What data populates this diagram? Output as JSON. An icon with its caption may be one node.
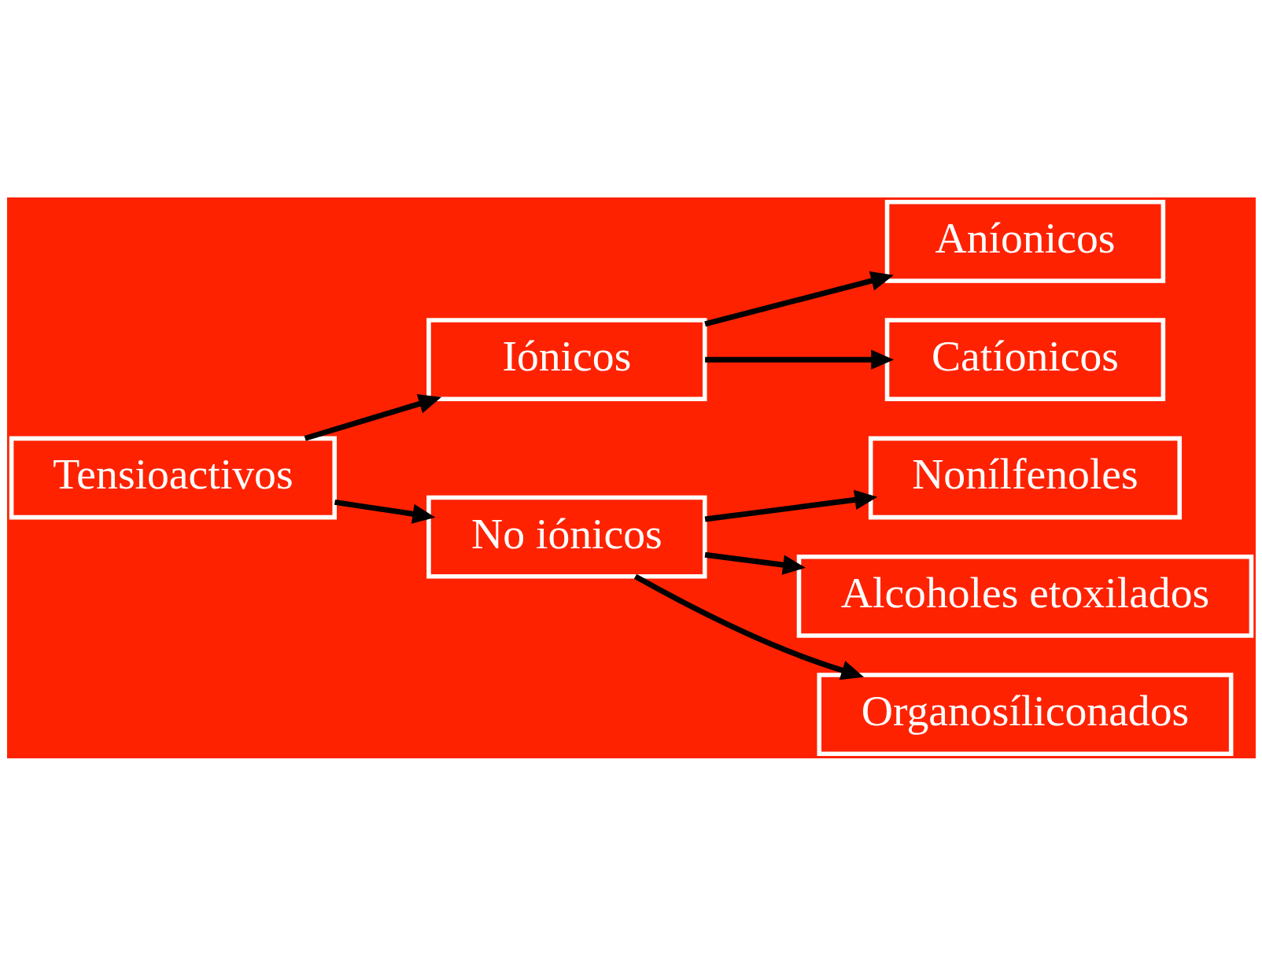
{
  "diagram": {
    "nodes": [
      {
        "text": [
          "Iónicos"
        ]
      },
      {
        "text": [
          "Aníonicos"
        ]
      },
      {
        "text": [
          "Catíonicos"
        ]
      },
      {
        "text": [
          "Tensioactivos"
        ]
      },
      {
        "text": [
          "Nonílfenoles"
        ]
      },
      {
        "text": [
          "Alcoholes etoxilados"
        ]
      },
      {
        "text": [
          "No iónicos"
        ]
      },
      {
        "text": [
          "Organosíliconados"
        ]
      }
    ],
    "edges": [
      {
        "from": 3,
        "to": 0,
        "arrow": "to"
      },
      {
        "from": 3,
        "to": 6,
        "arrow": "to"
      },
      {
        "from": 0,
        "to": 1,
        "arrow": "to"
      },
      {
        "from": 0,
        "to": 2,
        "arrow": "to"
      },
      {
        "from": 6,
        "to": 4,
        "arrow": "to"
      },
      {
        "from": 6,
        "to": 5,
        "arrow": "to"
      },
      {
        "from": 6,
        "to": 7,
        "arrow": "to"
      }
    ]
  }
}
